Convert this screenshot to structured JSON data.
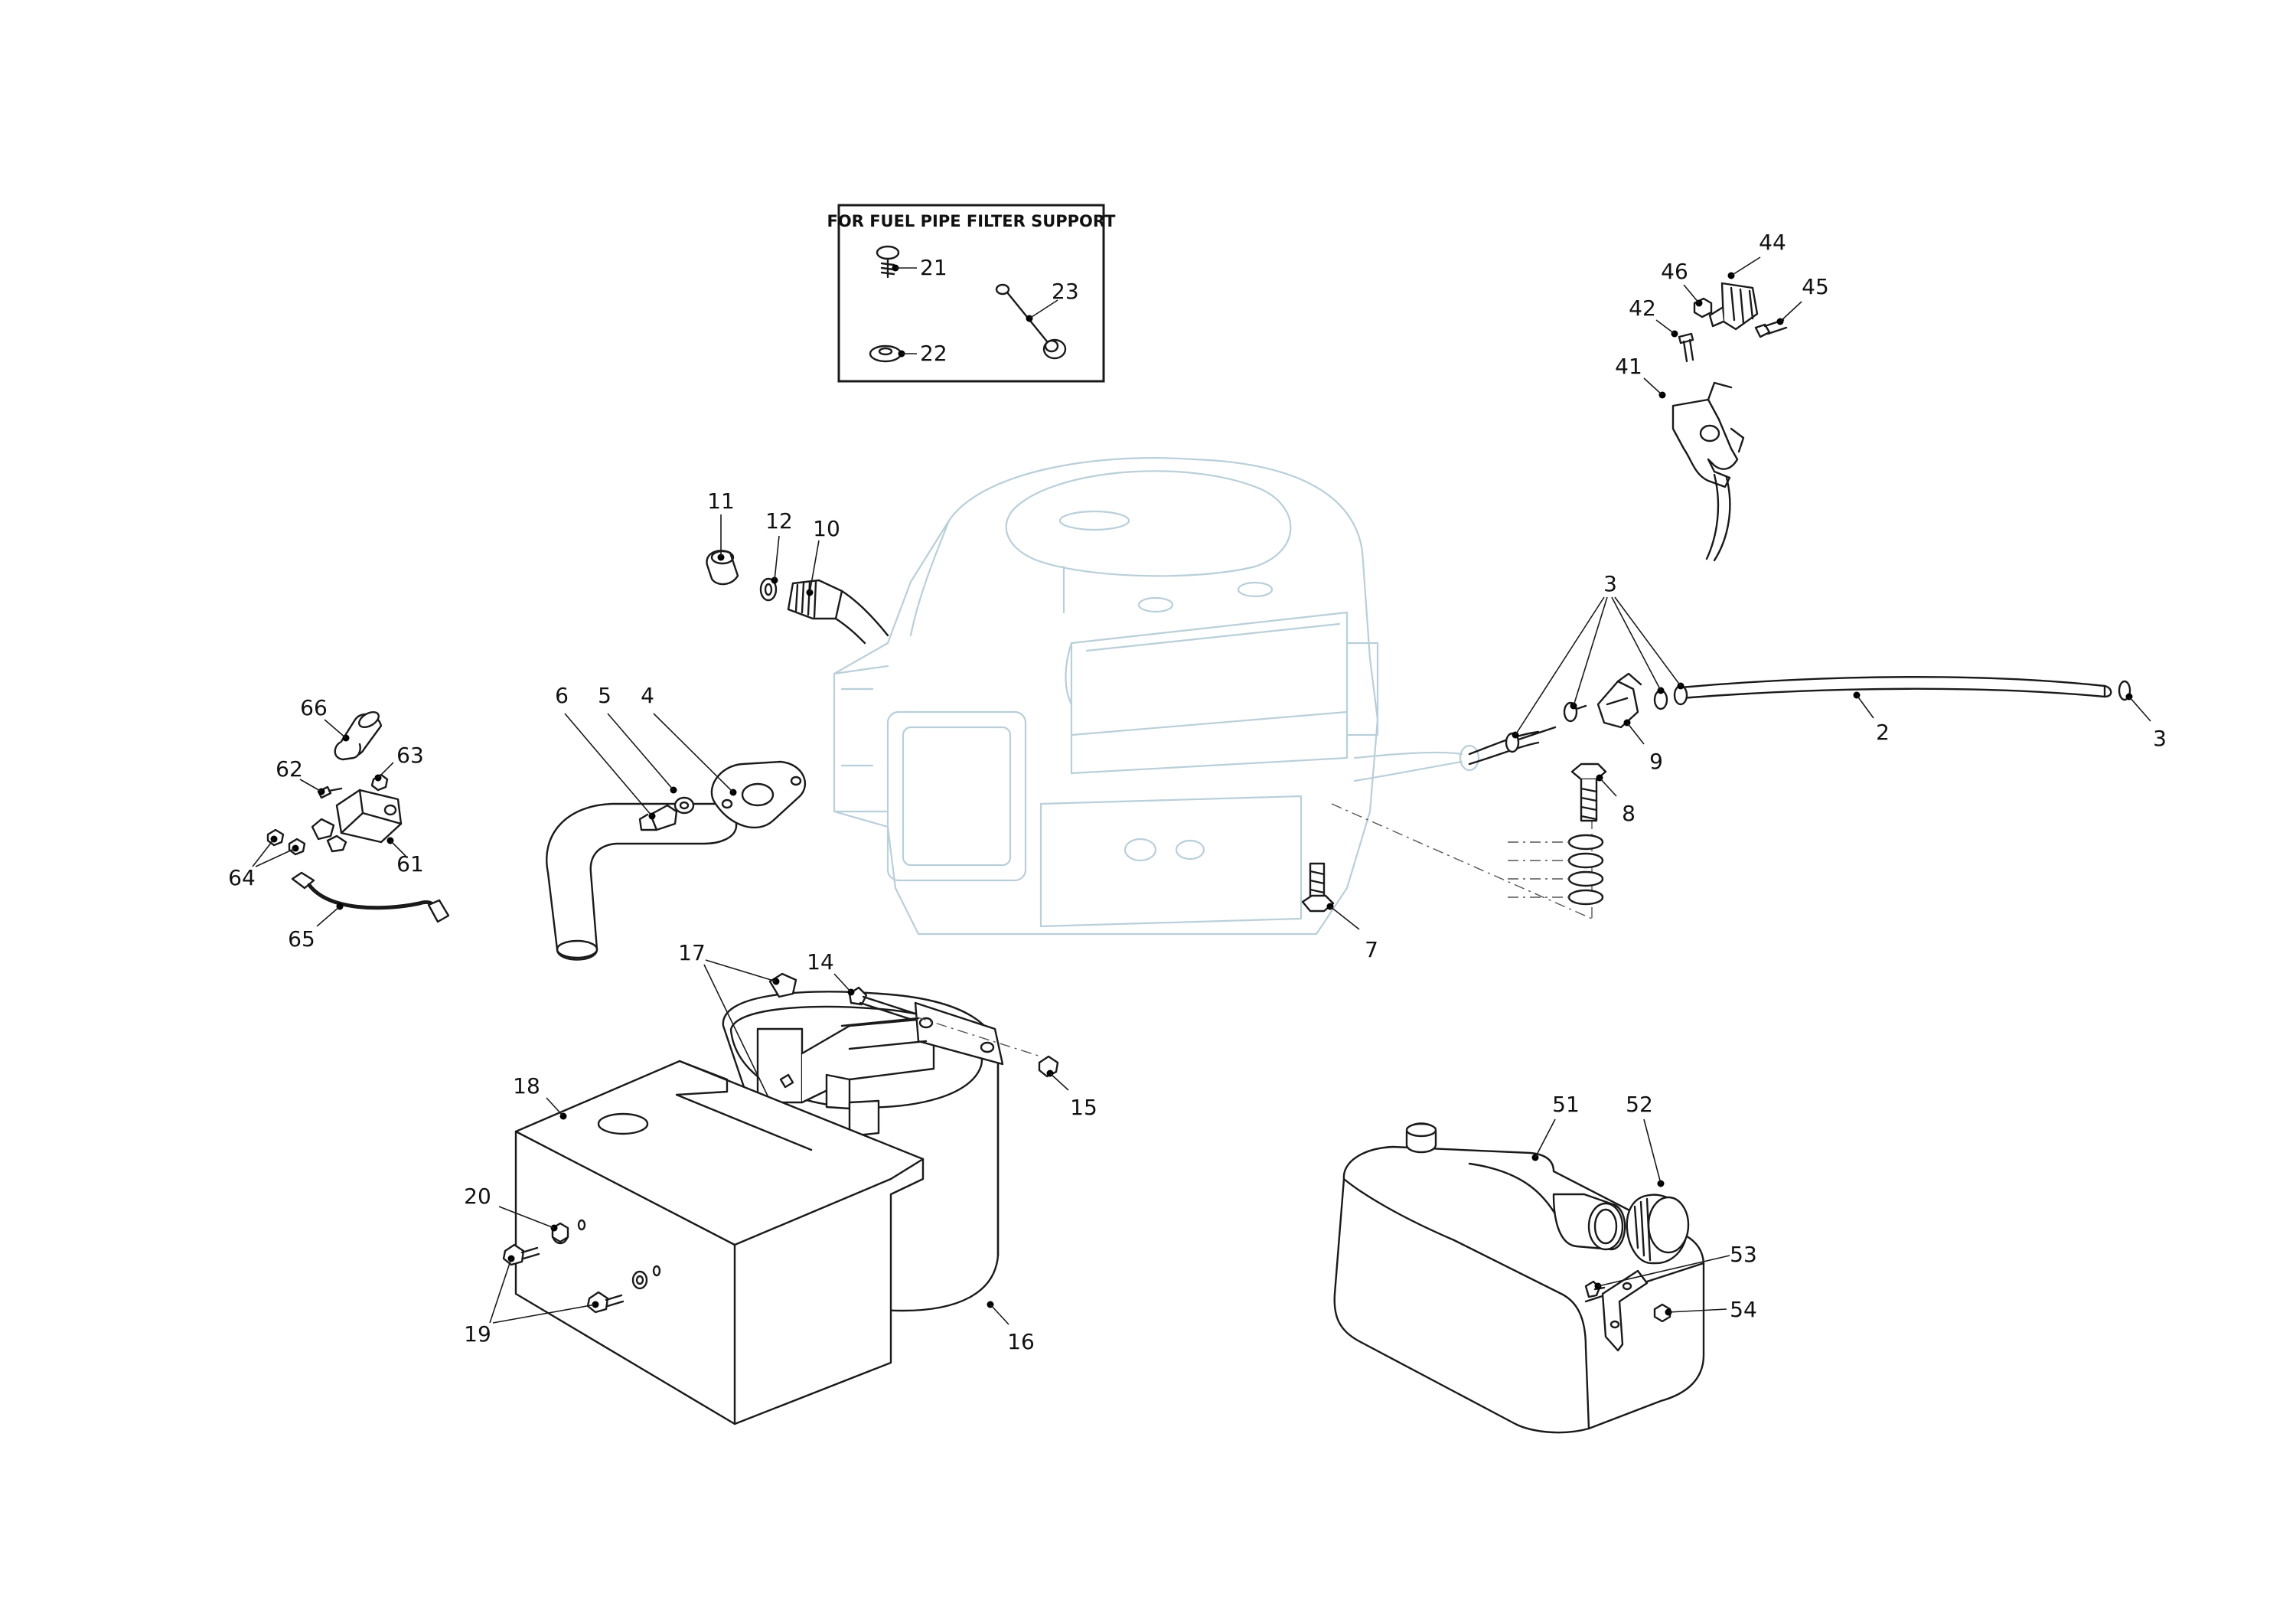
{
  "inset": {
    "title": "FOR FUEL PIPE FILTER SUPPORT"
  },
  "callouts": {
    "c2": "2",
    "c3a": "3",
    "c3b": "3",
    "c4": "4",
    "c5": "5",
    "c6": "6",
    "c7": "7",
    "c8": "8",
    "c9": "9",
    "c10": "10",
    "c11": "11",
    "c12": "12",
    "c14": "14",
    "c15": "15",
    "c16": "16",
    "c17": "17",
    "c18": "18",
    "c19": "19",
    "c20": "20",
    "c21": "21",
    "c22": "22",
    "c23": "23",
    "c41": "41",
    "c42": "42",
    "c44": "44",
    "c45": "45",
    "c46": "46",
    "c51": "51",
    "c52": "52",
    "c53": "53",
    "c54": "54",
    "c61": "61",
    "c62": "62",
    "c63": "63",
    "c64": "64",
    "c65": "65",
    "c66": "66"
  }
}
